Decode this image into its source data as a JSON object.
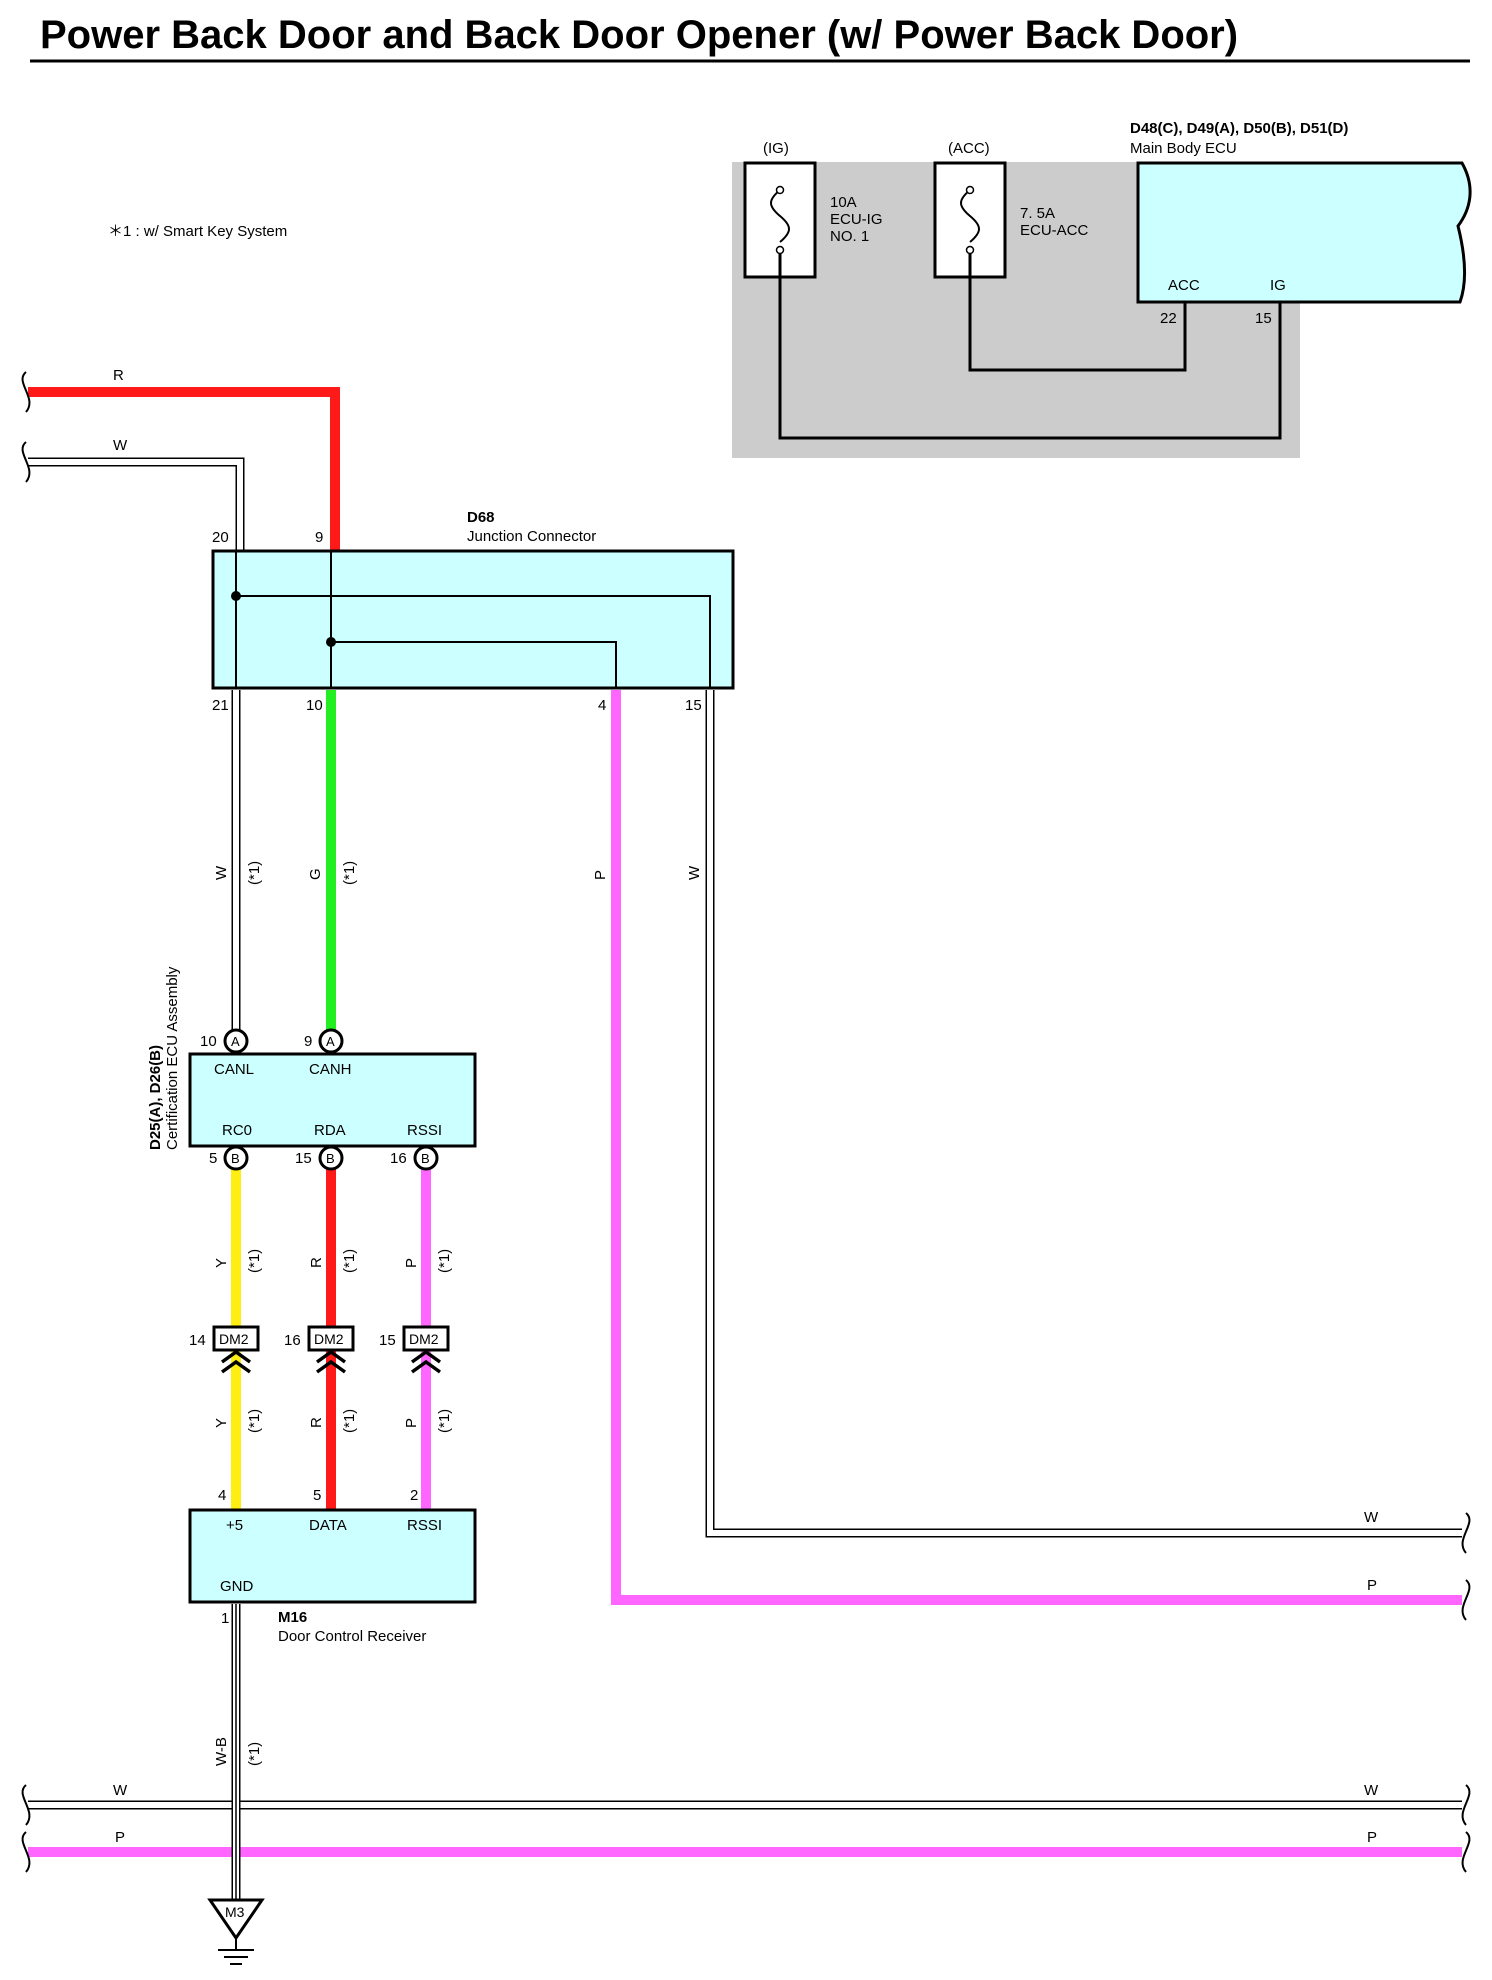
{
  "title": "Power Back Door and Back Door Opener (w/ Power Back Door)",
  "note": "＊1 : w/ Smart Key System",
  "colors": {
    "red": "#ff1a1a",
    "white_wire": "#ffffff",
    "green": "#22ee22",
    "pink": "#ff66ff",
    "yellow": "#ffee11",
    "component_fill": "#ccffff",
    "shade": "#cccccc"
  },
  "fuse_box": {
    "fuse1": {
      "position": "(IG)",
      "rating": "10A",
      "name_line1": "ECU-IG",
      "name_line2": "NO. 1"
    },
    "fuse2": {
      "position": "(ACC)",
      "rating": "7. 5A",
      "name": "ECU-ACC"
    }
  },
  "main_body_ecu": {
    "connectors": "D48(C), D49(A), D50(B), D51(D)",
    "name": "Main Body ECU",
    "terminals": {
      "acc_label": "ACC",
      "acc_pin": "22",
      "ig_label": "IG",
      "ig_pin": "15"
    }
  },
  "junction_connector": {
    "connector": "D68",
    "name": "Junction Connector",
    "pins_top": [
      "20",
      "9"
    ],
    "pins_bottom": [
      "21",
      "10",
      "4",
      "15"
    ]
  },
  "certification_ecu": {
    "connectors": "D25(A), D26(B)",
    "name": "Certification ECU Assembly",
    "top_terminals": [
      {
        "pin": "10",
        "conn": "A",
        "label": "CANL"
      },
      {
        "pin": "9",
        "conn": "A",
        "label": "CANH"
      }
    ],
    "bottom_terminals": [
      {
        "label": "RC0",
        "pin": "5",
        "conn": "B"
      },
      {
        "label": "RDA",
        "pin": "15",
        "conn": "B"
      },
      {
        "label": "RSSI",
        "pin": "16",
        "conn": "B"
      }
    ]
  },
  "inline_connectors": [
    {
      "pin": "14",
      "name": "DM2"
    },
    {
      "pin": "16",
      "name": "DM2"
    },
    {
      "pin": "15",
      "name": "DM2"
    }
  ],
  "door_control_receiver": {
    "connector": "M16",
    "name": "Door Control Receiver",
    "top_terminals": [
      {
        "pin": "4",
        "label": "+5"
      },
      {
        "pin": "5",
        "label": "DATA"
      },
      {
        "pin": "2",
        "label": "RSSI"
      }
    ],
    "gnd": {
      "label": "GND",
      "pin": "1"
    }
  },
  "ground": {
    "name": "M3"
  },
  "wire_labels": {
    "red": "R",
    "white": "W",
    "green": "G",
    "pink": "P",
    "yellow": "Y",
    "white_black": "W-B",
    "option": "(*1)"
  }
}
